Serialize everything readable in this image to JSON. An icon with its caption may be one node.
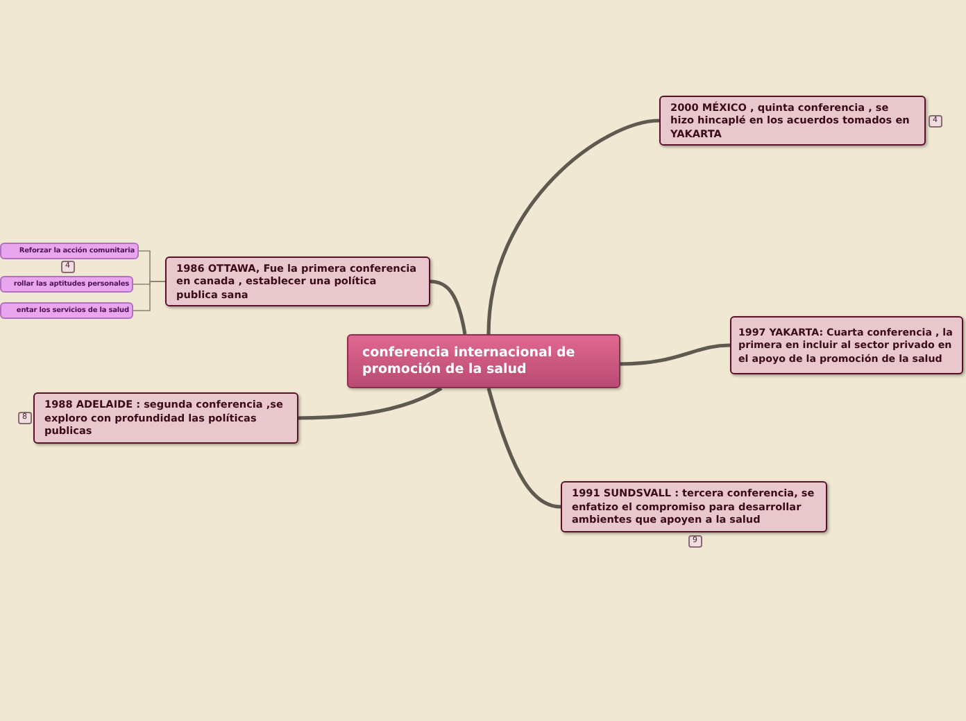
{
  "diagram": {
    "nodes": [
      {
        "text": [
          "conferencia internacional de promoción de la salud"
        ]
      },
      {
        "text": [
          "2000 MÉXICO , quinta conferencia , se hizo hincaplé en los acuerdos tomados en YAKARTA"
        ],
        "beside": [
          "4"
        ]
      },
      {
        "text": [
          "1986 OTTAWA, Fue la primera conferencia en canada , establecer una política publica sana"
        ]
      },
      {
        "text": [
          "1997 YAKARTA: Cuarta conferencia , la primera en incluir al sector privado en el apoyo de la promoción de la salud"
        ]
      },
      {
        "text": [
          "1988 ADELAIDE : segunda conferencia ,se exploro con profundidad las políticas publicas"
        ],
        "beside": [
          "8"
        ]
      },
      {
        "text": [
          "1991 SUNDSVALL : tercera conferencia, se enfatizo el compromiso para desarrollar ambientes que apoyen a la salud"
        ],
        "beside": [
          "9"
        ]
      },
      {
        "text": [
          "Reforzar la acción comunitaria"
        ],
        "beside": [
          "4"
        ]
      },
      {
        "text": [
          "rollar las aptitudes personales"
        ]
      },
      {
        "text": [
          "entar los servicios de la salud"
        ]
      }
    ],
    "edges": [
      {
        "from": 0,
        "to": 1,
        "arrow": "none"
      },
      {
        "from": 0,
        "to": 2,
        "arrow": "none"
      },
      {
        "from": 0,
        "to": 3,
        "arrow": "none"
      },
      {
        "from": 0,
        "to": 4,
        "arrow": "none"
      },
      {
        "from": 0,
        "to": 5,
        "arrow": "none"
      },
      {
        "from": 2,
        "to": 6,
        "arrow": "none"
      },
      {
        "from": 2,
        "to": 7,
        "arrow": "none"
      },
      {
        "from": 2,
        "to": 8,
        "arrow": "none"
      }
    ]
  }
}
